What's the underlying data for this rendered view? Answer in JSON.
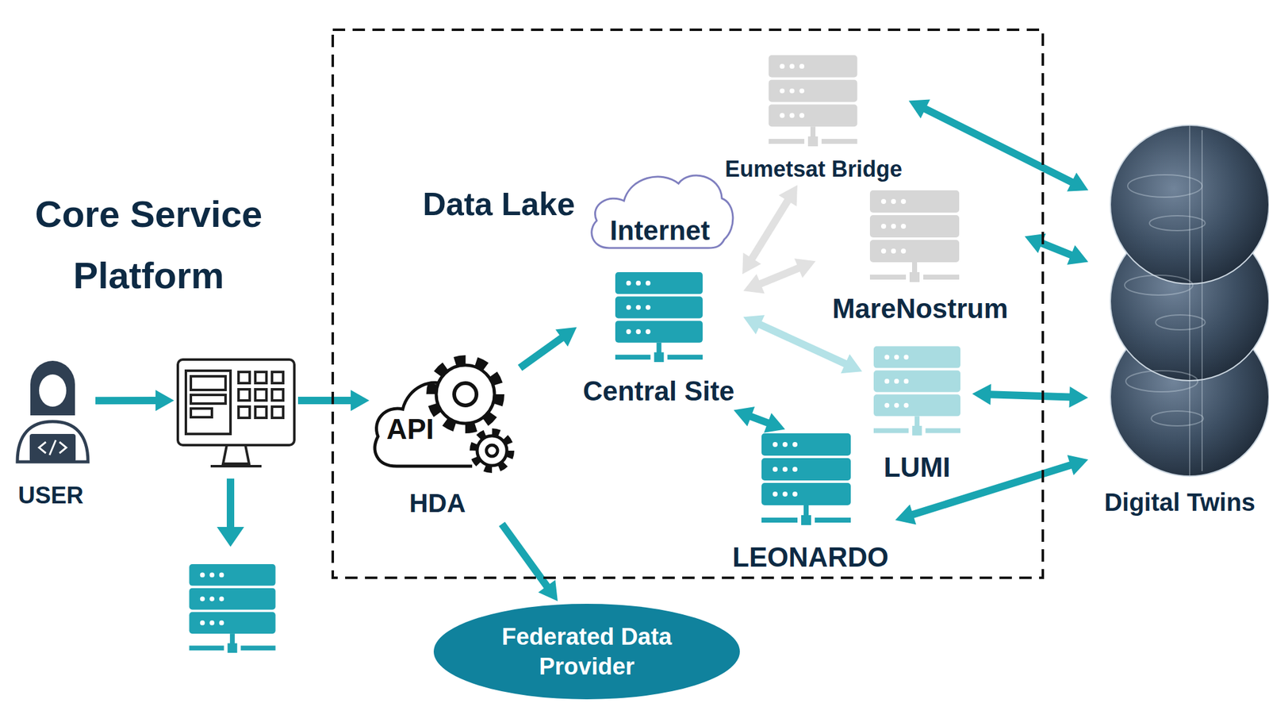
{
  "diagram": {
    "nodes": [
      {
        "text": [
          "USER"
        ]
      },
      {
        "text": [
          "Core Service Platform"
        ]
      },
      {
        "text": [
          "Data Lake"
        ]
      },
      {
        "text": [
          "API",
          "HDA"
        ],
        "in": 2
      },
      {
        "text": [
          "Internet"
        ],
        "in": 2
      },
      {
        "text": [
          "Eumetsat Bridge"
        ],
        "in": 2
      },
      {
        "text": [
          "Central Site"
        ],
        "in": 2
      },
      {
        "text": [
          "MareNostrum"
        ],
        "in": 2
      },
      {
        "text": [
          "LUMI"
        ],
        "in": 2
      },
      {
        "text": [
          "LEONARDO"
        ],
        "in": 2
      },
      {
        "text": [
          "Federated Data Provider"
        ]
      },
      {
        "text": [
          "Digital Twins"
        ]
      }
    ],
    "edges": [
      {
        "from": 0,
        "to": 1,
        "arrow": "to"
      },
      {
        "from": 1,
        "to": 3,
        "arrow": "to"
      },
      {
        "from": 3,
        "to": 6,
        "arrow": "to"
      },
      {
        "from": 3,
        "to": 10,
        "arrow": "to"
      },
      {
        "from": 6,
        "to": 5,
        "arrow": "both"
      },
      {
        "from": 6,
        "to": 7,
        "arrow": "both"
      },
      {
        "from": 6,
        "to": 8,
        "arrow": "both"
      },
      {
        "from": 6,
        "to": 9,
        "arrow": "both"
      },
      {
        "from": 5,
        "to": 11,
        "arrow": "both"
      },
      {
        "from": 7,
        "to": 11,
        "arrow": "both"
      },
      {
        "from": 8,
        "to": 11,
        "arrow": "both"
      },
      {
        "from": 9,
        "to": 11,
        "arrow": "both"
      }
    ]
  }
}
